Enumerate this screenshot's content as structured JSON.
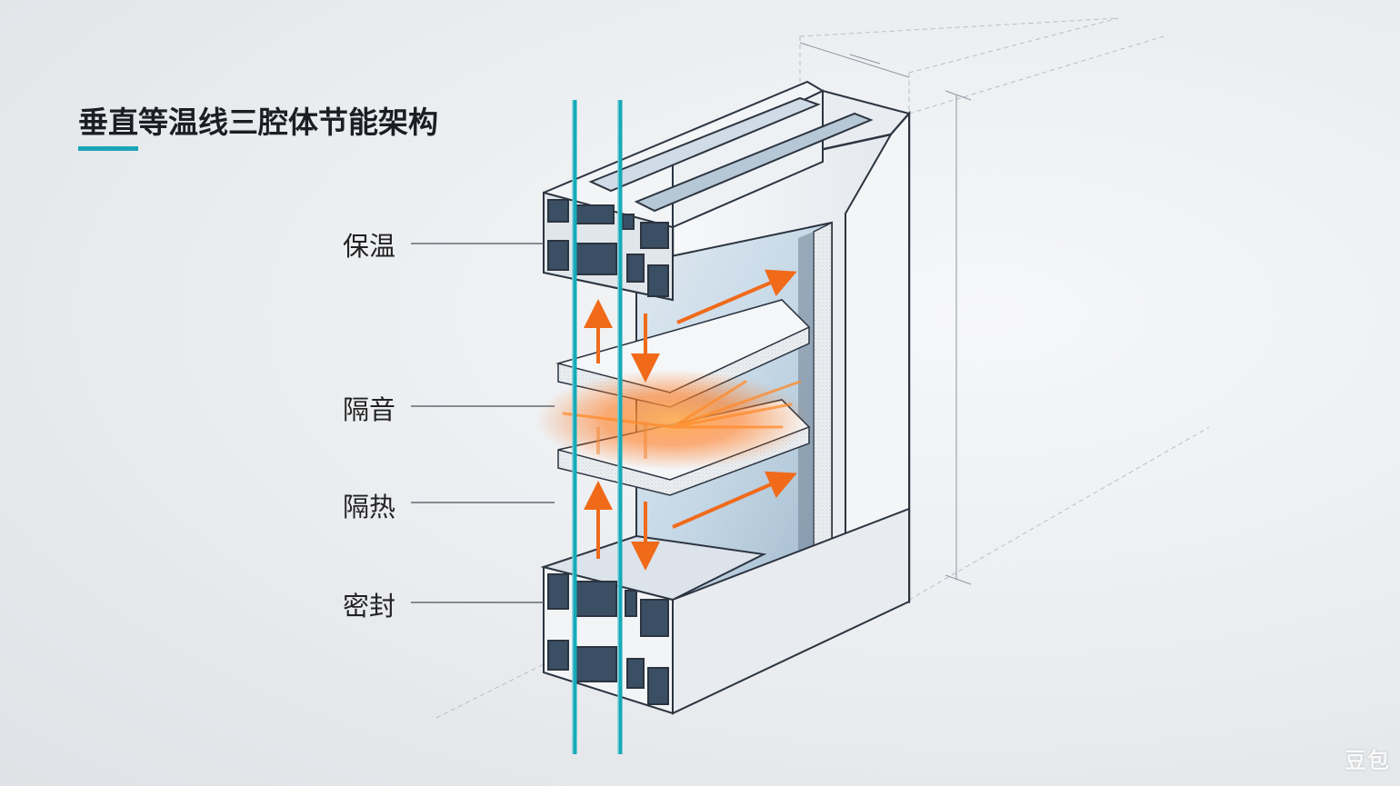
{
  "title": "垂直等温线三腔体节能架构",
  "callouts": [
    {
      "id": "insulation",
      "label": "保温"
    },
    {
      "id": "soundproof",
      "label": "隔音"
    },
    {
      "id": "heat-insulation",
      "label": "隔热"
    },
    {
      "id": "seal",
      "label": "密封"
    }
  ],
  "watermark": "豆包",
  "colors": {
    "accent": "#1aa6b7",
    "isotherm": "#17a9b8",
    "heat_arrow": "#f06a1a",
    "frame_stroke": "#2c3440",
    "glass": "#cfdfeb",
    "text": "#222222"
  }
}
